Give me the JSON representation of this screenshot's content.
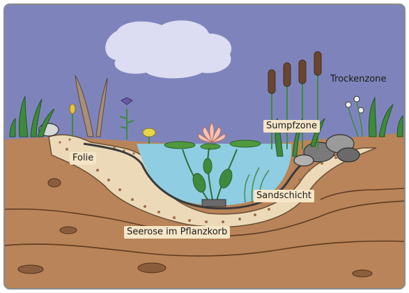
{
  "labels": {
    "trockenzone": "Trockenzone",
    "sumpfzone": "Sumpfzone",
    "folie": "Folie",
    "sandschicht": "Sandschicht",
    "seerose": "Seerose im Pflanzkorb"
  },
  "colors": {
    "sky": "#7e84bb",
    "cloud": "#dcdcf2",
    "soil": "#b98459",
    "soil_line": "#5e3b22",
    "sand_layer": "#ecd9b8",
    "water": "#8ecde2",
    "foil": "#3a3a3a",
    "plant_green": "#3e8a3c",
    "cattail": "#6b4530",
    "label_box": "#f6e6c8"
  }
}
